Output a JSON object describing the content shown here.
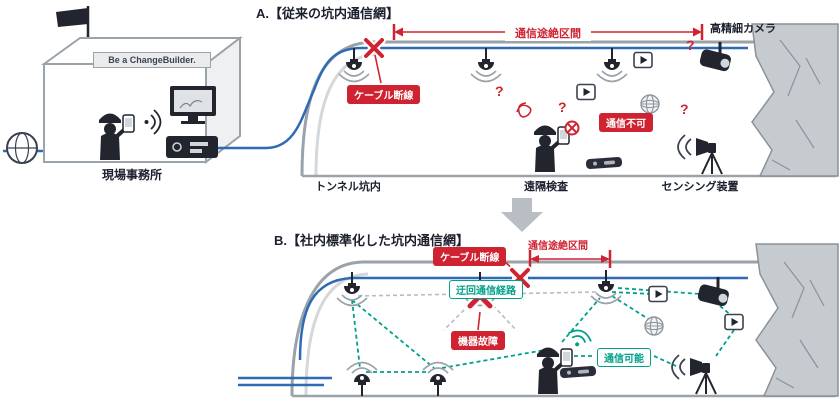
{
  "colors": {
    "red": "#cf2332",
    "green": "#00a08a",
    "blue": "#2f6bb3",
    "dark": "#23252e",
    "gray_line": "#9aa2aa",
    "rock": "#c6cbd0",
    "arrow_gray": "#b9bec4"
  },
  "office": {
    "banner": "Be a ChangeBuilder.",
    "label": "現場事務所"
  },
  "section_a": {
    "title": "A.【従来の坑内通信網】",
    "outage_span": "通信途絶区間",
    "hd_camera": "高精細カメラ",
    "cable_break": "ケーブル断線",
    "no_comm": "通信不可",
    "tunnel_label": "トンネル坑内",
    "remote_inspection": "遠隔検査",
    "sensing_device": "センシング装置",
    "question_mark": "?"
  },
  "section_b": {
    "title": "B.【社内標準化した坑内通信網】",
    "cable_break": "ケーブル断線",
    "outage_span": "通信途絶区間",
    "detour_route": "迂回通信経路",
    "equipment_failure": "機器故障",
    "comm_ok": "通信可能"
  }
}
